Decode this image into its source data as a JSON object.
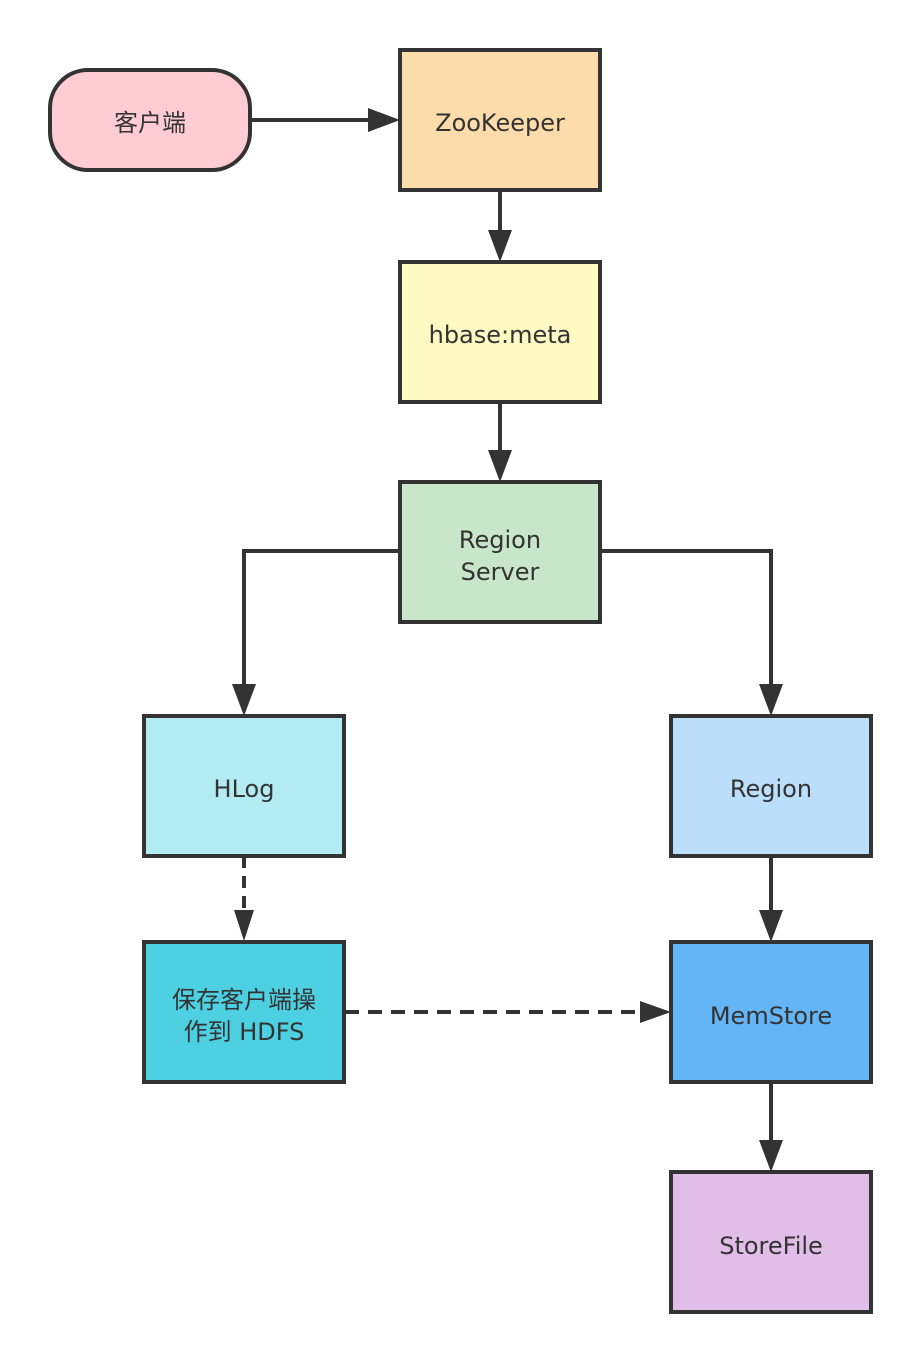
{
  "nodes": {
    "client": {
      "label": "客户端",
      "color": "#FFCCD3"
    },
    "zookeeper": {
      "label": "ZooKeeper",
      "color": "#FDDCAB"
    },
    "meta": {
      "label": "hbase:meta",
      "color": "#FFF9C4"
    },
    "region_server": {
      "line1": "Region",
      "line2": "Server",
      "color": "#C8E6C9"
    },
    "hlog": {
      "label": "HLog",
      "color": "#B2EBF2"
    },
    "region": {
      "label": "Region",
      "color": "#BBDEFB"
    },
    "hdfs": {
      "line1": "保存客户端操",
      "line2": "作到 HDFS",
      "color": "#4DD0E1"
    },
    "memstore": {
      "label": "MemStore",
      "color": "#64B5F6"
    },
    "storefile": {
      "label": "StoreFile",
      "color": "#E1BEE7"
    }
  },
  "colors": {
    "stroke": "#333333",
    "text": "#333333"
  }
}
